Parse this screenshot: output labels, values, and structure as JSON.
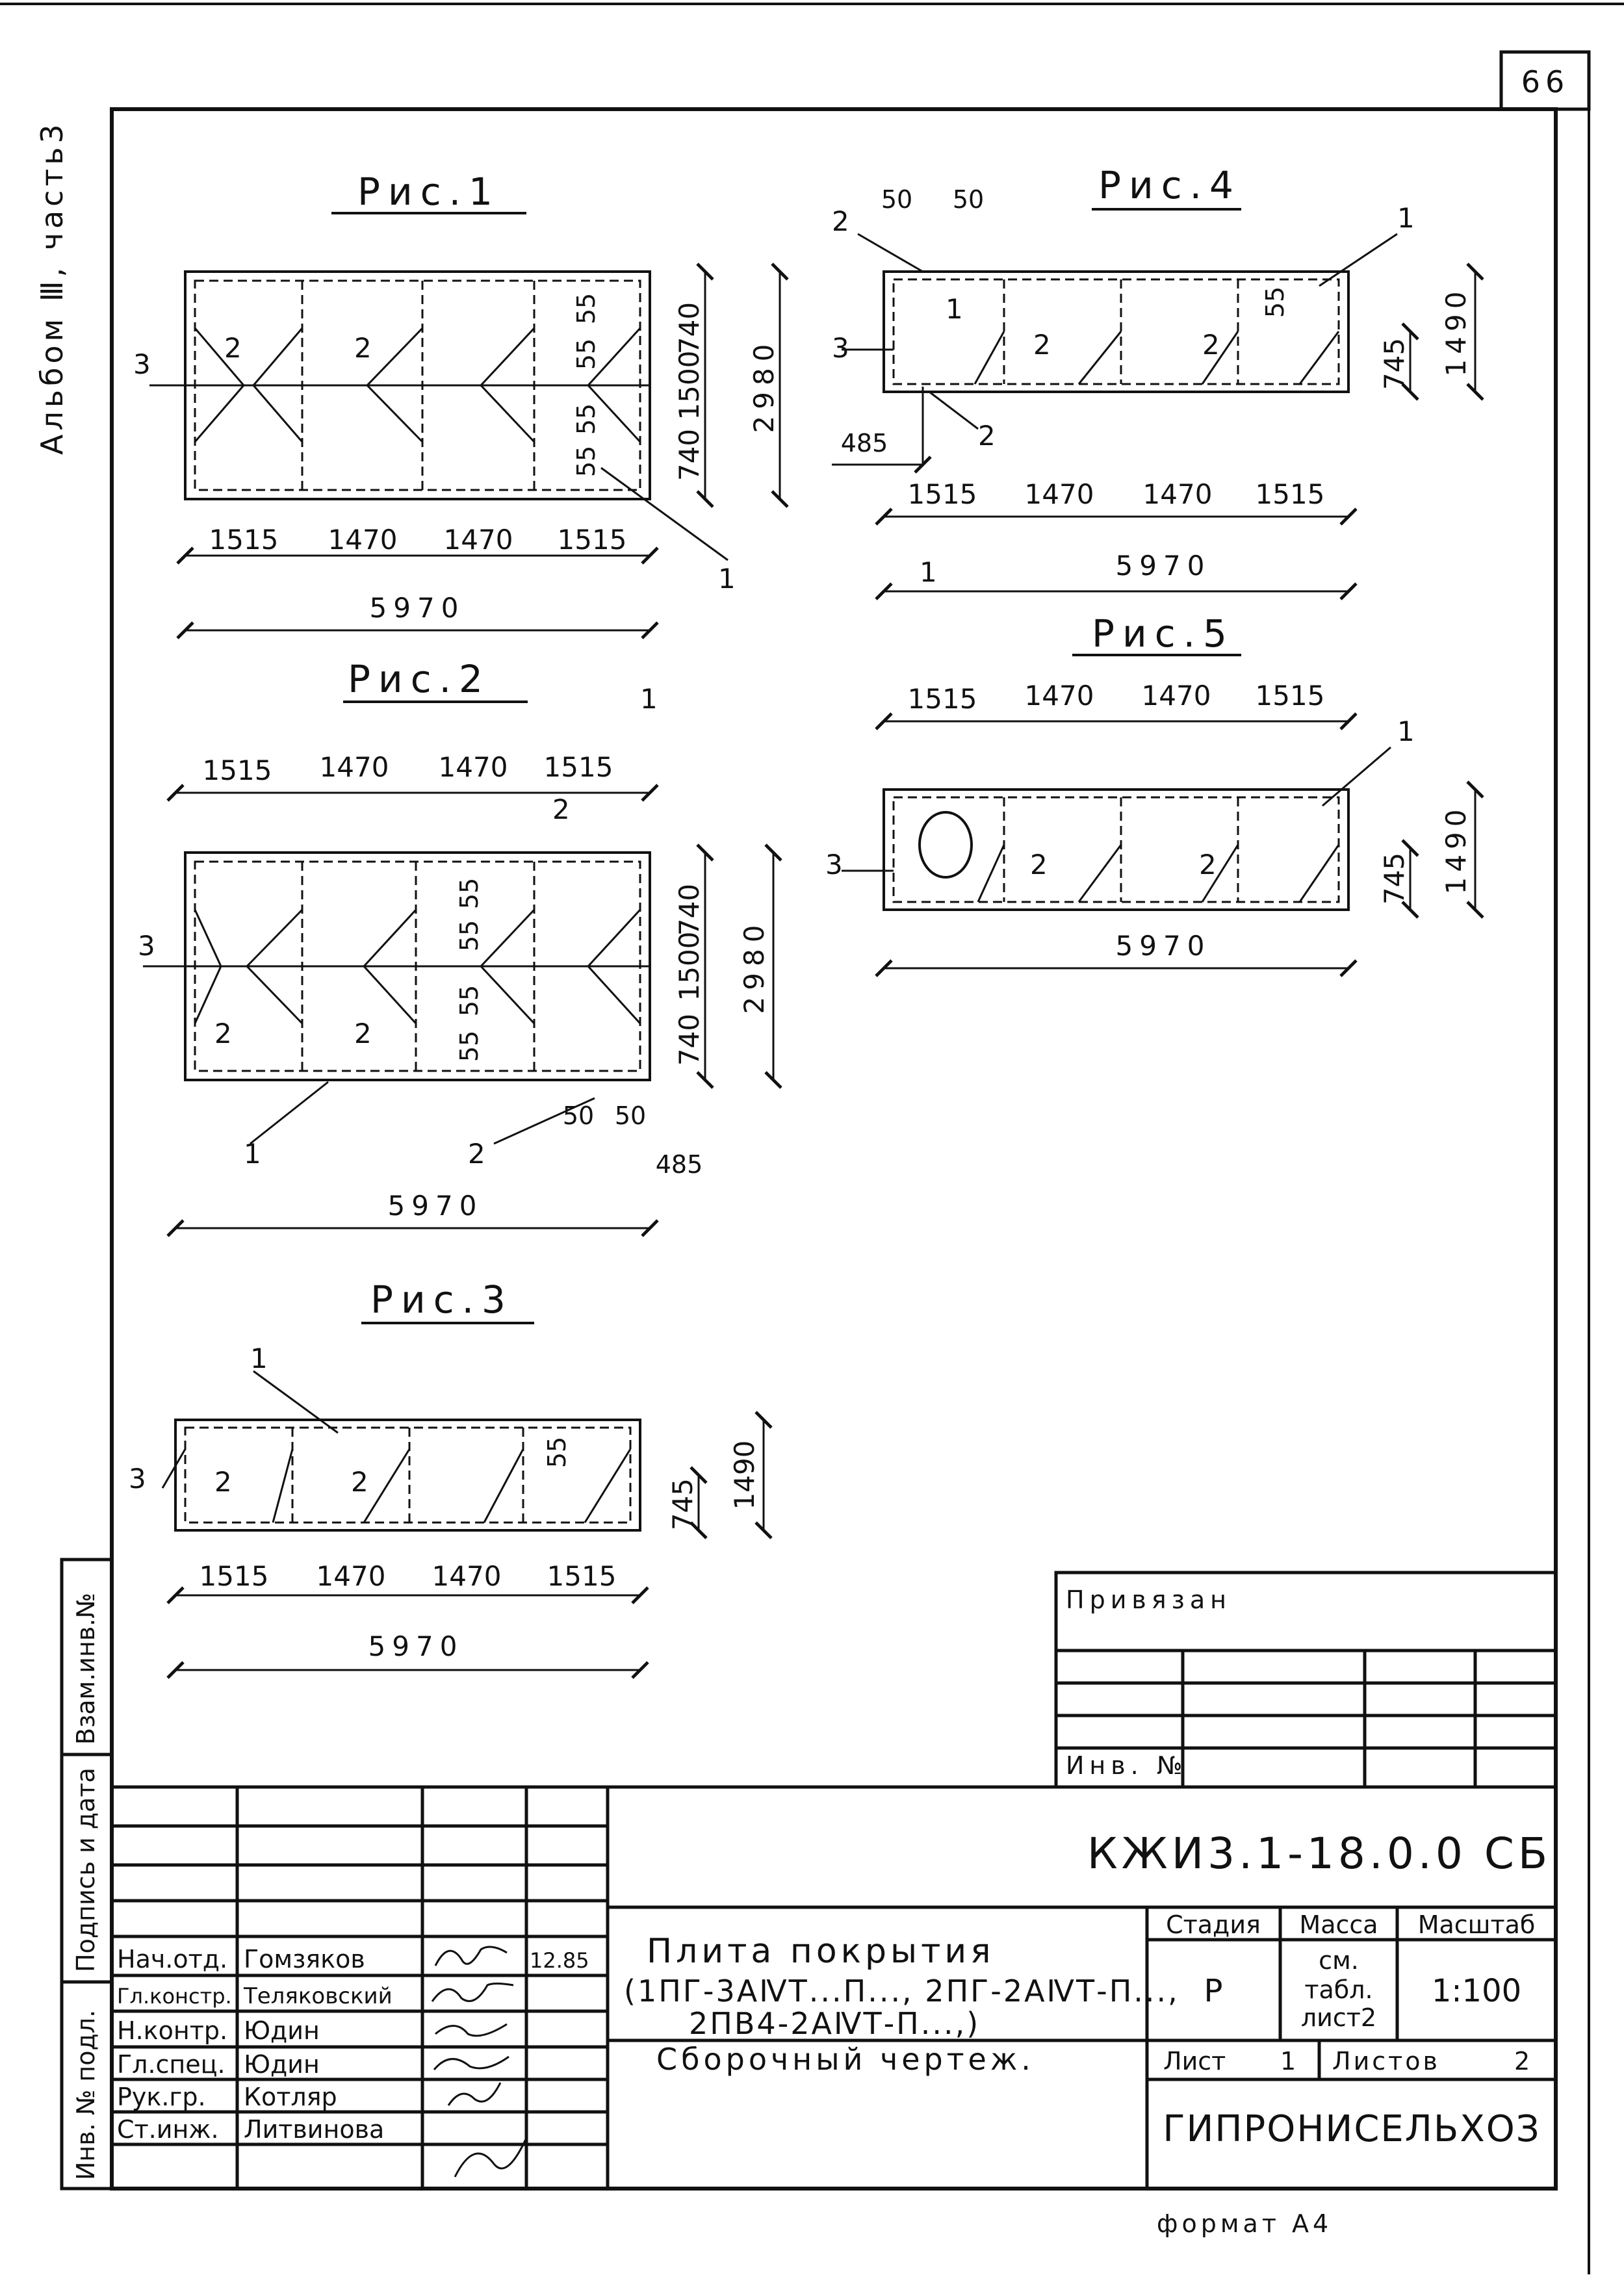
{
  "sheet": {
    "page_number": "66",
    "side_label": "Альбом Ⅲ, часть3",
    "format_label": "формат А4"
  },
  "figures": {
    "fig1": {
      "title": "Рис.1",
      "dims_bottom": [
        "1515",
        "1470",
        "1470",
        "1515"
      ],
      "total_length": "5970",
      "dims_right": [
        "740",
        "1500",
        "740"
      ],
      "total_width": "2980",
      "spacings": [
        "55",
        "55",
        "55",
        "55"
      ],
      "callouts": [
        "1",
        "2",
        "2",
        "3"
      ]
    },
    "fig2": {
      "title": "Рис.2",
      "dims_top": [
        "1515",
        "1470",
        "1470",
        "1515"
      ],
      "total_length": "5970",
      "dims_right": [
        "740",
        "1500",
        "740"
      ],
      "total_width": "2980",
      "spacings": [
        "55",
        "55",
        "55",
        "55"
      ],
      "offsets": [
        "50",
        "50",
        "485"
      ],
      "callouts": [
        "1",
        "1",
        "2",
        "2",
        "2",
        "2",
        "3"
      ]
    },
    "fig3": {
      "title": "Рис.3",
      "dims_bottom": [
        "1515",
        "1470",
        "1470",
        "1515"
      ],
      "total_length": "5970",
      "dims_right": [
        "745"
      ],
      "total_width": "1490",
      "spacings": [
        "55"
      ],
      "callouts": [
        "1",
        "2",
        "2",
        "3"
      ]
    },
    "fig4": {
      "title": "Рис.4",
      "dims_bottom": [
        "1515",
        "1470",
        "1470",
        "1515"
      ],
      "total_length": "5970",
      "dims_right": [
        "745"
      ],
      "total_width": "1490",
      "spacings": [
        "55"
      ],
      "offsets": [
        "50",
        "50",
        "485"
      ],
      "callouts": [
        "1",
        "1",
        "1",
        "2",
        "2",
        "2",
        "2",
        "3"
      ]
    },
    "fig5": {
      "title": "Рис.5",
      "dims_top": [
        "1515",
        "1470",
        "1470",
        "1515"
      ],
      "total_length": "5970",
      "dims_right": [
        "745"
      ],
      "total_width": "1490",
      "callouts": [
        "1",
        "2",
        "2",
        "3"
      ]
    }
  },
  "binding_block": {
    "header": "Привязан",
    "inv_label": "Инв. №"
  },
  "left_strip": {
    "label_top": "Взам.инв.№",
    "label_mid": "Подпись и дата",
    "label_bot": "Инв. № подл."
  },
  "title_block": {
    "code": "КЖИ3.1-18.0.0 СБ",
    "name_line1": "Плита покрытия",
    "name_line2": "(1ПГ-3АⅣТ...П..., 2ПГ-2АⅣТ-П...,",
    "name_line3": "2ПВ4-2АⅣТ-П...,)",
    "name_line4": "Сборочный чертеж.",
    "stage_header": "Стадия",
    "mass_header": "Масса",
    "scale_header": "Масштаб",
    "stage_value": "Р",
    "mass_value_1": "см.",
    "mass_value_2": "табл.",
    "mass_value_3": "лист2",
    "scale_value": "1:100",
    "sheet_label": "Лист",
    "sheet_value": "1",
    "sheets_label": "Листов",
    "sheets_value": "2",
    "organization": "ГИПРОНИСЕЛЬХОЗ",
    "signatures": [
      {
        "role": "Нач.отд.",
        "name": "Гомзяков",
        "date": "12.85"
      },
      {
        "role": "Гл.констр.",
        "name": "Теляковский",
        "date": ""
      },
      {
        "role": "Н.контр.",
        "name": "Юдин",
        "date": ""
      },
      {
        "role": "Гл.спец.",
        "name": "Юдин",
        "date": ""
      },
      {
        "role": "Рук.гр.",
        "name": "Котляр",
        "date": ""
      },
      {
        "role": "Ст.инж.",
        "name": "Литвинова",
        "date": ""
      }
    ]
  }
}
